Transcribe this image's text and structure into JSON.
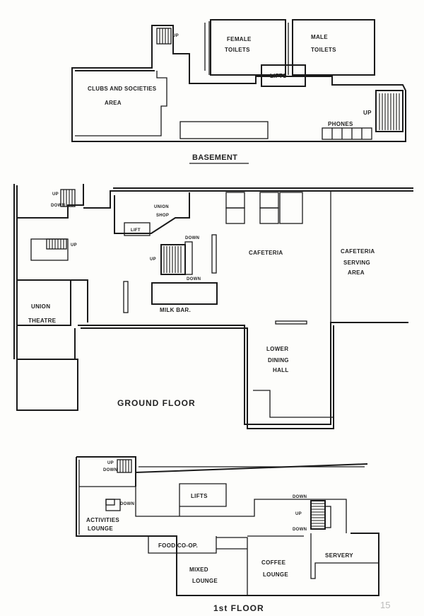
{
  "basement": {
    "title": "BASEMENT",
    "rooms": {
      "female_toilets": [
        "FEMALE",
        "TOILETS"
      ],
      "male_toilets": [
        "MALE",
        "TOILETS"
      ],
      "lifts": "LIFTS",
      "clubs": [
        "CLUBS AND SOCIETIES",
        "AREA"
      ],
      "phones": "PHONES",
      "up_left": "UP",
      "up_right": "UP"
    }
  },
  "ground_floor": {
    "title": "GROUND FLOOR",
    "rooms": {
      "union_shop": [
        "UNION",
        "SHOP"
      ],
      "lift": "LIFT",
      "cafeteria": "CAFETERIA",
      "serving": [
        "CAFETERIA",
        "SERVING",
        "AREA"
      ],
      "union_theatre": [
        "UNION",
        "THEATRE"
      ],
      "milk_bar": "MILK BAR.",
      "lower_dining": [
        "LOWER",
        "DINING",
        "HALL"
      ],
      "up_top": "UP",
      "down_top": "DOWN",
      "up_left": "UP",
      "up_mid": "UP",
      "down_mid_top": "DOWN",
      "down_mid_bottom": "DOWN"
    }
  },
  "first_floor": {
    "title": "1st FLOOR",
    "rooms": {
      "lifts": "LIFTS",
      "activities": [
        "ACTIVITIES",
        "LOUNGE"
      ],
      "food_coop": "FOOD CO-OP.",
      "mixed": [
        "MIXED",
        "LOUNGE"
      ],
      "coffee": [
        "COFFEE",
        "LOUNGE"
      ],
      "servery": "SERVERY",
      "up_top": "UP",
      "down_top": "DOWN",
      "down_small": "DOWN",
      "down_right_top": "DOWN",
      "up_right": "UP",
      "down_right_bottom": "DOWN"
    }
  },
  "page_number": "15"
}
